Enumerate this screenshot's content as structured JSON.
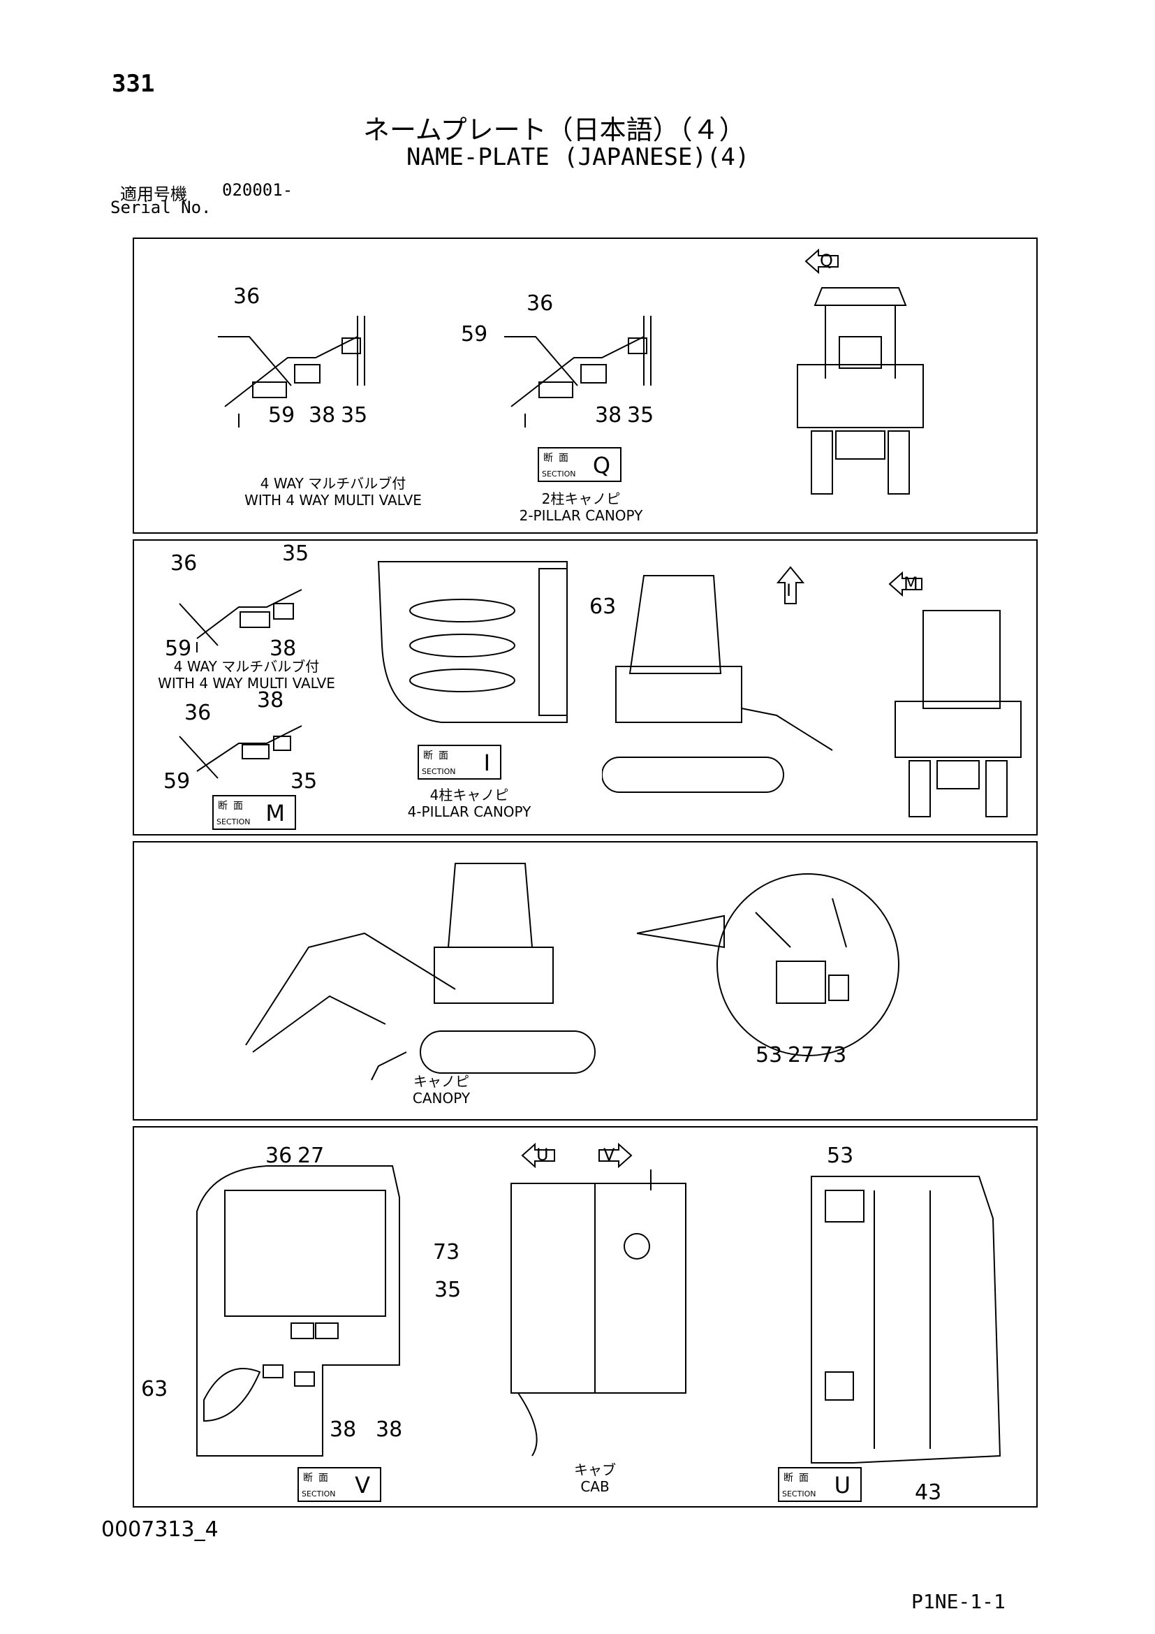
{
  "header": {
    "page_number": "331",
    "title_jp": "ネームプレート（日本語）（４）",
    "title_en": "NAME-PLATE (JAPANESE)(4)",
    "serial_label_jp": "適用号機",
    "serial_value": "020001-",
    "serial_label_en": "Serial No."
  },
  "panel1": {
    "callouts_left": [
      "36",
      "59",
      "38",
      "35"
    ],
    "callouts_mid": [
      "36",
      "59",
      "38",
      "35"
    ],
    "caption_left_jp": "4 WAY マルチバルブ付",
    "caption_left_en": "WITH 4 WAY MULTI VALVE",
    "caption_mid_jp": "2柱キャノピ",
    "caption_mid_en": "2-PILLAR CANOPY",
    "section_jp": "断面",
    "section_en": "SECTION",
    "section_letter": "Q",
    "view_letter": "Q"
  },
  "panel2": {
    "callouts_top": [
      "36",
      "35",
      "59",
      "38"
    ],
    "caption_top_jp": "4 WAY マルチバルブ付",
    "caption_top_en": "WITH 4 WAY MULTI VALVE",
    "callouts_bottom": [
      "38",
      "36",
      "59",
      "35"
    ],
    "section_left_jp": "断面",
    "section_left_en": "SECTION",
    "section_left_letter": "M",
    "callout_frame": "63",
    "section_mid_jp": "断面",
    "section_mid_en": "SECTION",
    "section_mid_letter": "I",
    "caption_mid_jp": "4柱キャノピ",
    "caption_mid_en": "4-PILLAR CANOPY",
    "view_I": "I",
    "view_M": "M"
  },
  "panel3": {
    "callouts": [
      "53",
      "27",
      "73"
    ],
    "caption_jp": "キャノピ",
    "caption_en": "CANOPY"
  },
  "panel4": {
    "callouts_left": [
      "36",
      "27",
      "73",
      "35",
      "63",
      "38",
      "38"
    ],
    "section_left_jp": "断面",
    "section_left_en": "SECTION",
    "section_left_letter": "V",
    "view_U": "U",
    "view_V": "V",
    "caption_mid_jp": "キャブ",
    "caption_mid_en": "CAB",
    "callouts_right": [
      "53",
      "43"
    ],
    "section_right_jp": "断面",
    "section_right_en": "SECTION",
    "section_right_letter": "U"
  },
  "footer": {
    "drawing_id": "0007313_4",
    "page_code": "P1NE-1-1"
  }
}
